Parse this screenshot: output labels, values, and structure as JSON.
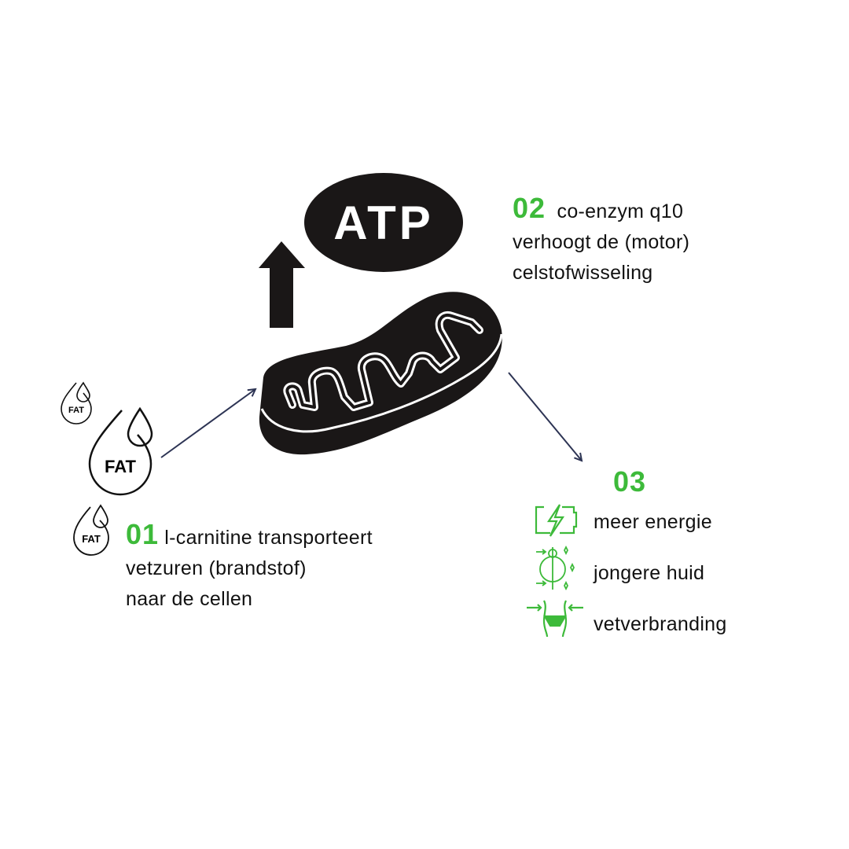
{
  "colors": {
    "accent": "#3dba3a",
    "arrow": "#2d3454",
    "ink": "#1a1717"
  },
  "atp": {
    "label": "ATP"
  },
  "fat_label": "FAT",
  "step1": {
    "number": "01",
    "lines": [
      "l-carnitine transporteert",
      "vetzuren (brandstof)",
      "naar de cellen"
    ]
  },
  "step2": {
    "number": "02",
    "lines": [
      "co-enzym q10",
      "verhoogt de (motor)",
      "celstofwisseling"
    ]
  },
  "step3": {
    "number": "03",
    "benefits": [
      {
        "icon": "battery-bolt-icon",
        "label": "meer energie"
      },
      {
        "icon": "face-icon",
        "label": "jongere huid"
      },
      {
        "icon": "waist-icon",
        "label": "vetverbranding"
      }
    ]
  }
}
